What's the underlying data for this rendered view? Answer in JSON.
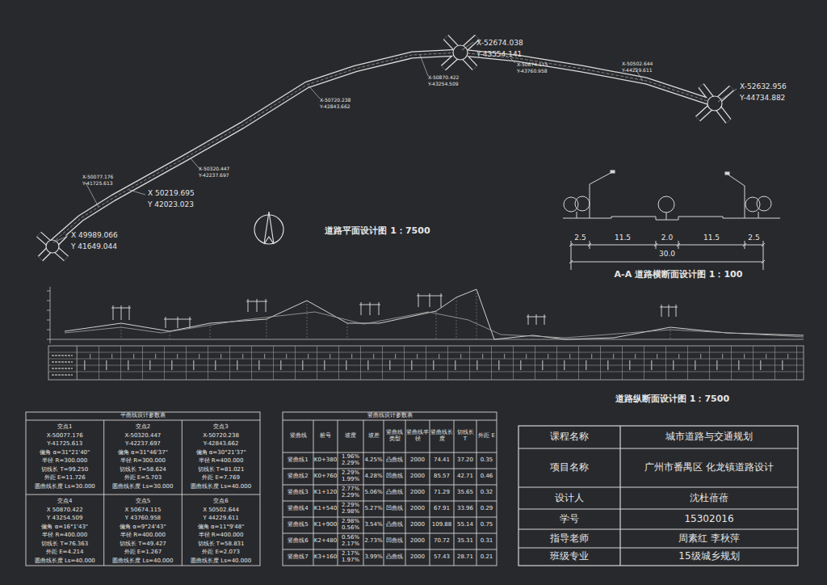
{
  "diagram": {
    "labels": [
      "道路平面设计图 1：7500",
      "A-A 道路横断面设计图 1：100",
      "道路纵断面设计图 1：7500",
      "2.5",
      "11.5",
      "2.0",
      "11.5",
      "2.5",
      "30.0",
      "X-52674.038",
      "Y-43554.141",
      "X-52632.956",
      "Y-44734.882",
      "X 49989.066",
      "Y 41649.044",
      "X 50219.695",
      "Y 42023.023",
      "X-50077.176",
      "Y-41725.613",
      "X-50320.447",
      "Y-42237.697",
      "X-50720.238",
      "Y-42843.662",
      "X-50870.422",
      "Y-43254.509",
      "X-50674.115",
      "Y-43760.958",
      "X-50502.644",
      "Y-44229.611",
      "平曲线设计参数表",
      "交点1",
      "X-50077.176",
      "Y-41725.613",
      "偏角 α=31°21'40\"",
      "半径 R=300.000",
      "切线长 T=99.250",
      "外距 E=11.726",
      "圆曲线长度 Ls=30.000",
      "交点2",
      "X-50320.447",
      "Y-42237.697",
      "偏角 α=31°46'37\"",
      "半径 R=300.000",
      "切线长 T=58.624",
      "外距 E=5.703",
      "圆曲线长度 Ls=30.000",
      "交点3",
      "X-50720.238",
      "Y-42843.662",
      "偏角 α=30°21'37\"",
      "半径 R=400.000",
      "切线长 T=81.021",
      "外距 E=7.769",
      "圆曲线长度 Ls=40.000",
      "交点4",
      "X 50870.422",
      "Y 43254.509",
      "偏角 α=16°1'43\"",
      "半径 R=400.000",
      "切线长 T=76.363",
      "外距 E=4.214",
      "圆曲线长度 Ls=40.000",
      "交点5",
      "X 50674.115",
      "Y 43760.958",
      "偏角 α=9°24'43\"",
      "半径 R=400.000",
      "切线长 T=49.427",
      "外距 E=1.267",
      "圆曲线长度 Ls=40.000",
      "交点6",
      "X 50502.644",
      "Y 44229.611",
      "偏角 α=11°9'48\"",
      "半径 R=400.000",
      "切线长 T=58.831",
      "外距 E=2.073",
      "圆曲线长度 Ls=40.000",
      "竖曲线设计参数表",
      "竖曲线",
      "桩号",
      "坡度",
      "坡差",
      "竖曲线类型",
      "竖曲线半径",
      "竖曲线长度",
      "切线长 T",
      "外距 E",
      "竖曲线1",
      "K0+380",
      "1.96% 2.29%",
      "4.25%",
      "凸曲线",
      "2000",
      "74.41",
      "37.20",
      "0.35",
      "竖曲线2",
      "K0+760",
      "2.29% 1.99%",
      "4.28%",
      "凹曲线",
      "2000",
      "85.57",
      "42.71",
      "0.46",
      "竖曲线3",
      "K1+120",
      "2.77% 2.29%",
      "5.06%",
      "凸曲线",
      "2000",
      "71.29",
      "35.65",
      "0.32",
      "竖曲线4",
      "K1+540",
      "2.29% 2.98%",
      "5.27%",
      "凹曲线",
      "2000",
      "67.91",
      "33.96",
      "0.29",
      "竖曲线5",
      "K1+900",
      "2.98% 0.56%",
      "3.54%",
      "凸曲线",
      "2000",
      "109.88",
      "55.14",
      "0.75",
      "竖曲线6",
      "K2+480",
      "0.56% 2.17%",
      "2.73%",
      "凹曲线",
      "2000",
      "70.72",
      "35.31",
      "0.31",
      "竖曲线7",
      "K3+160",
      "2.17% 1.97%",
      "3.99%",
      "凸曲线",
      "2000",
      "57.43",
      "28.71",
      "0.21",
      "课程名称",
      "城市道路与交通规划",
      "项目名称",
      "广州市番禺区 化龙镇道路设计",
      "设计人",
      "沈杜蓓蓓",
      "学号",
      "15302016",
      "指导老师",
      "周素红 李秋萍",
      "班级专业",
      "15级城乡规划"
    ]
  }
}
